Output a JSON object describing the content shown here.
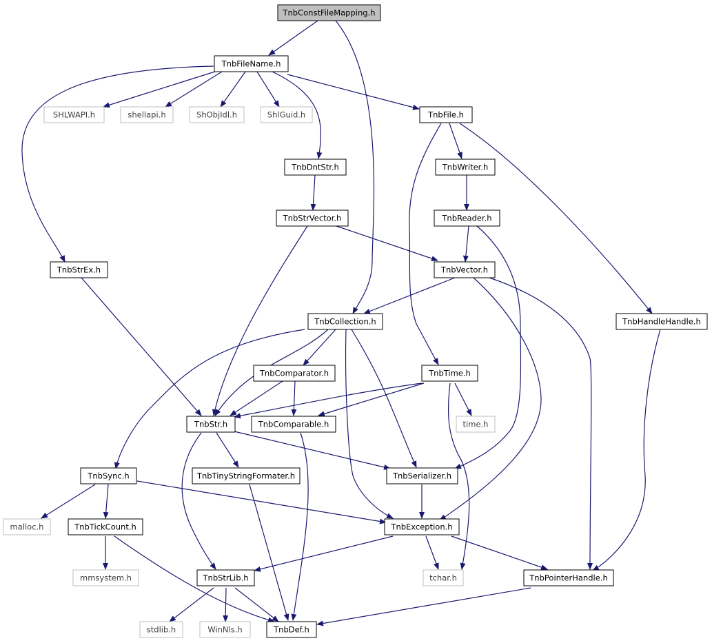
{
  "colors": {
    "edge": "#191970",
    "node_border": "#000000",
    "external_border": "#bfbfbf",
    "root_fill": "#bfbfbf",
    "node_fill": "#ffffff",
    "external_text": "#404040"
  },
  "nodes": {
    "TnbConstFileMapping": "TnbConstFileMapping.h",
    "TnbFileName": "TnbFileName.h",
    "SHLWAPI": "SHLWAPI.h",
    "shellapi": "shellapi.h",
    "ShObjIdl": "ShObjIdl.h",
    "ShlGuid": "ShlGuid.h",
    "TnbFile": "TnbFile.h",
    "TnbDntStr": "TnbDntStr.h",
    "TnbWriter": "TnbWriter.h",
    "TnbStrVector": "TnbStrVector.h",
    "TnbReader": "TnbReader.h",
    "TnbStrEx": "TnbStrEx.h",
    "TnbVector": "TnbVector.h",
    "TnbCollection": "TnbCollection.h",
    "TnbHandleHandle": "TnbHandleHandle.h",
    "TnbComparator": "TnbComparator.h",
    "TnbTime": "TnbTime.h",
    "TnbStr": "TnbStr.h",
    "TnbComparable": "TnbComparable.h",
    "time": "time.h",
    "TnbSync": "TnbSync.h",
    "TnbTinyStringFormater": "TnbTinyStringFormater.h",
    "TnbSerializer": "TnbSerializer.h",
    "malloc": "malloc.h",
    "TnbTickCount": "TnbTickCount.h",
    "TnbException": "TnbException.h",
    "mmsystem": "mmsystem.h",
    "TnbStrLib": "TnbStrLib.h",
    "tchar": "tchar.h",
    "TnbPointerHandle": "TnbPointerHandle.h",
    "stdlib": "stdlib.h",
    "WinNls": "WinNls.h",
    "TnbDef": "TnbDef.h"
  }
}
